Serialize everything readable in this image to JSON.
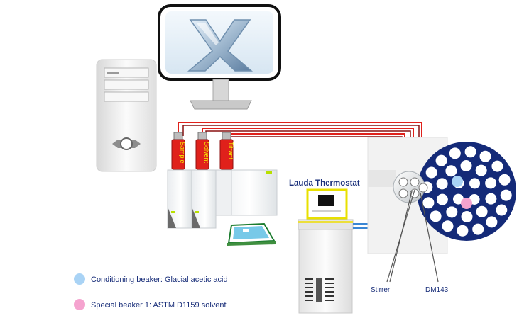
{
  "labels": {
    "thermostat": "Lauda Thermostat",
    "stirrer": "Stirrer",
    "sensor": "DM143"
  },
  "burettes": [
    {
      "label": "Sample"
    },
    {
      "label": "Solvent"
    },
    {
      "label": "Titrant"
    }
  ],
  "legend": [
    {
      "color": "#a9d3f5",
      "text": "Conditioning beaker: Glacial acetic acid"
    },
    {
      "color": "#f5a3cf",
      "text": "Special beaker 1: ASTM D1159 solvent"
    }
  ],
  "colors": {
    "tube": "#e0211b",
    "tube_dark": "#8a1010",
    "changer_disc": "#142a78",
    "accent": "#b8e000",
    "outline": "#1a2f7a"
  },
  "icons": {
    "monitor_logo": "x-logo",
    "computer": "pc-tower-icon"
  }
}
